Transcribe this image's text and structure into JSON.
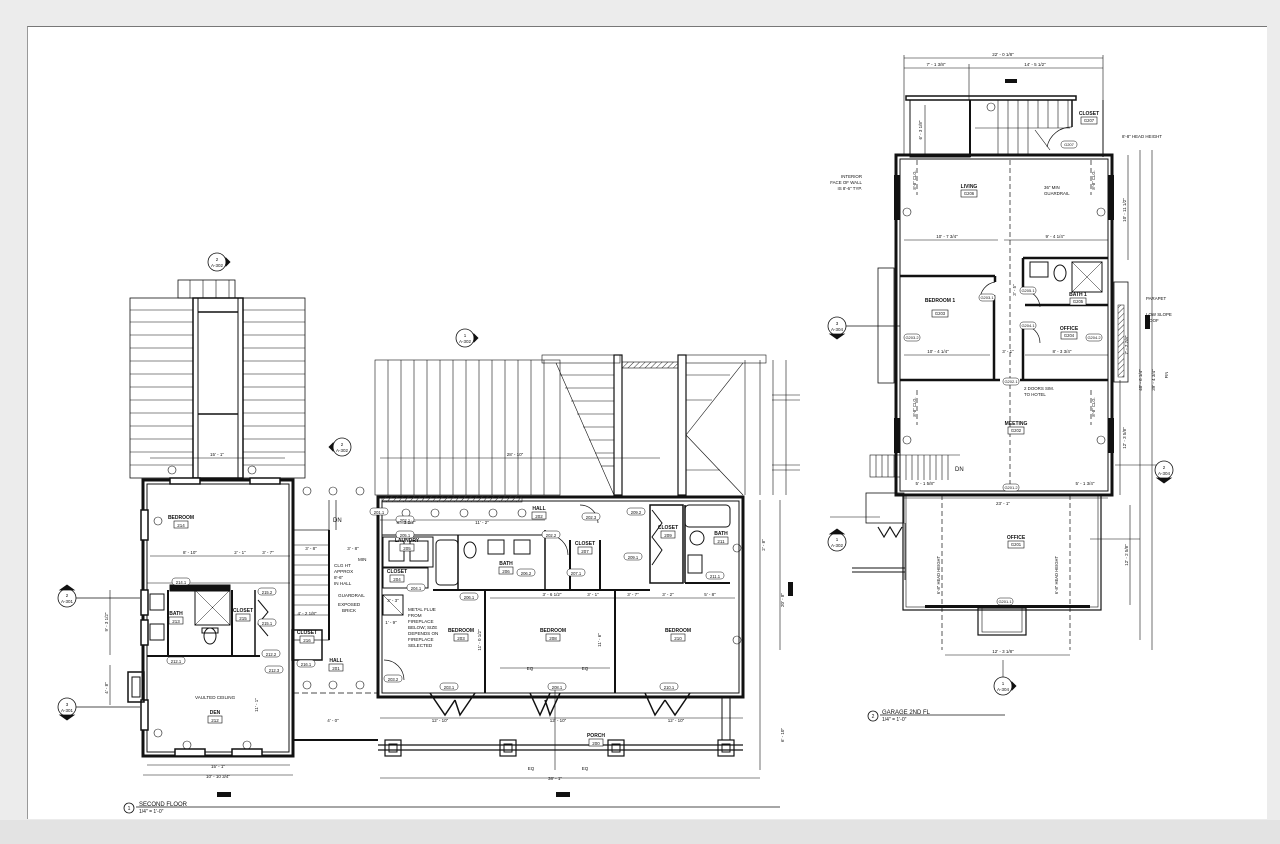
{
  "sheet": {
    "background": "#ffffff",
    "line_color": "#111111"
  },
  "views": [
    {
      "number": "1",
      "title": "SECOND FLOOR",
      "scale": "1/4\" = 1'-0\""
    },
    {
      "number": "2",
      "title": "GARAGE 2ND FL",
      "scale": "1/4\" = 1'-0\""
    }
  ],
  "second_floor": {
    "rooms": [
      {
        "name": "BEDROOM",
        "number": "214"
      },
      {
        "name": "BATH",
        "number": "213"
      },
      {
        "name": "CLOSET",
        "number": "215"
      },
      {
        "name": "DEN",
        "number": "212"
      },
      {
        "name": "CLOSET",
        "number": "216"
      },
      {
        "name": "HALL",
        "number": "201"
      },
      {
        "name": "LAUNDRY",
        "number": "205"
      },
      {
        "name": "CLOSET",
        "number": "204"
      },
      {
        "name": "BEDROOM",
        "number": "203"
      },
      {
        "name": "BATH",
        "number": "206"
      },
      {
        "name": "HALL",
        "number": "202"
      },
      {
        "name": "CLOSET",
        "number": "207"
      },
      {
        "name": "BEDROOM",
        "number": "208"
      },
      {
        "name": "CLOSET",
        "number": "209"
      },
      {
        "name": "BATH",
        "number": "211"
      },
      {
        "name": "BEDROOM",
        "number": "210"
      },
      {
        "name": "PORCH",
        "number": "200"
      }
    ],
    "notes": {
      "vaulted": "VAULTED CEILING",
      "clg1": "CLG HT",
      "clg2": "APPROX",
      "clg3": "8'-6\"",
      "clg4": "IN HALL",
      "guardrail": "GUARDRAIL",
      "brick1": "EXPOSED",
      "brick2": "BRICK",
      "flue1": "METAL FLUE",
      "flue2": "FROM",
      "flue3": "FIREPLACE",
      "flue4": "BELOW; SIZE",
      "flue5": "DEPENDS ON",
      "flue6": "FIREPLACE",
      "flue7": "SELECTED",
      "min": "MIN",
      "dn": "DN"
    },
    "doors": [
      "214.1",
      "215.2",
      "215.1",
      "212.1",
      "212.2",
      "212.3",
      "216.1",
      "201.1",
      "203.1",
      "203.2",
      "204.1",
      "205.1",
      "206.1",
      "206.2",
      "202.1",
      "202.2",
      "202.3",
      "207.1",
      "209.1",
      "209.2",
      "211.1",
      "208.1",
      "210.1"
    ],
    "dimensions": {
      "d1": "15' - 1\"",
      "d2": "8' - 10\"",
      "d3": "2' - 1\"",
      "d4": "3' - 7\"",
      "d5": "15' - 1\"",
      "d6": "10' - 10 3/4\"",
      "d7": "11' - 1\"",
      "d8": "28' - 10\"",
      "d9": "8' - 3 1/2\"",
      "d10": "11' - 2\"",
      "d11": "3' - 6 1/2\"",
      "d12": "3' - 1\"",
      "d13": "3' - 7\"",
      "d14": "3' - 2\"",
      "d15": "5' - 8\"",
      "d16": "12' - 10\"",
      "d17": "12' - 10\"",
      "d18": "12' - 10\"",
      "d19": "EQ",
      "d20": "EQ",
      "d21": "38' - 1\"",
      "d22": "3' - 3\"",
      "d23": "1' - 9\"",
      "d24": "2' - 8\"",
      "d25": "3' - 8\"",
      "d26": "3' - 8\"",
      "d27": "4' - 2 1/8\"",
      "d28": "11' - 0 1/2\"",
      "d29": "11' - 6\"",
      "d30": "9' - 3 1/2\"",
      "d31": "4' - 8\"",
      "d32": "20' - 8\"",
      "d33": "6' - 10\"",
      "d34": "4' - 0\""
    },
    "section_tags": [
      {
        "num": "2",
        "sheet": "A-302"
      },
      {
        "num": "1",
        "sheet": "A-302"
      },
      {
        "num": "2",
        "sheet": "A-302"
      },
      {
        "num": "2",
        "sheet": "A-301"
      },
      {
        "num": "3",
        "sheet": "A-301"
      },
      {
        "num": "1",
        "sheet": "A-302"
      }
    ]
  },
  "garage": {
    "rooms": [
      {
        "name": "CLOSET",
        "number": "G207"
      },
      {
        "name": "LIVING",
        "number": "G206"
      },
      {
        "name": "BEDROOM 1",
        "number": "G203"
      },
      {
        "name": "BATH 1",
        "number": "G205"
      },
      {
        "name": "OFFICE",
        "number": "G204"
      },
      {
        "name": "MEETING",
        "number": "G202"
      },
      {
        "name": "OFFICE",
        "number": "G201"
      }
    ],
    "notes": {
      "head": "8'-8\" HEAD HEIGHT",
      "wall1": "INTERIOR",
      "wall2": "FACE OF WALL",
      "wall3": "IS 8'-6\" TYP.",
      "guard1": "36\" MIN",
      "guard2": "GUARDRAIL",
      "parapet": "PARAPET",
      "roof1": "LOW SLOPE",
      "roof2": "ROOF",
      "doors1": "2 DOORS SIM.",
      "doors2": "TO HOTEL",
      "dn": "DN",
      "clg": "8'-8\" CLG.",
      "headh": "6'-8\" HEAD HEIGHT",
      "fin": "FIN"
    },
    "doors": [
      "G207",
      "G203.1",
      "G205.1",
      "G203.2",
      "G204.1",
      "G204.2",
      "G202.1",
      "G201.2",
      "G201.1"
    ],
    "dimensions": {
      "g1": "22' - 0 1/8\"",
      "g2": "7' - 1 3/8\"",
      "g3": "14' - 5 1/2\"",
      "g4": "6' - 3 1/8\"",
      "g5": "10' - 7 3/4\"",
      "g6": "9' - 4 1/4\"",
      "g7": "10' - 4 1/4\"",
      "g8": "3' - 1\"",
      "g9": "8' - 3 3/4\"",
      "g10": "5' - 1 5/8\"",
      "g11": "5' - 1 3/4\"",
      "g12": "23' - 1\"",
      "g13": "12' - 3 1/8\"",
      "g14": "10' - 11 1/2\"",
      "g15": "12' - 3 5/8\"",
      "g16": "12' - 2 5/8\"",
      "g17": "40' - 6 1/4\"",
      "g18": "39' - 4 3/4\"",
      "g19": "7' - 7 7/8\"",
      "g20": "3' - 5\""
    },
    "section_tags": [
      {
        "num": "3",
        "sheet": "A-304"
      },
      {
        "num": "2",
        "sheet": "A-304"
      },
      {
        "num": "1",
        "sheet": "A-304"
      }
    ]
  }
}
